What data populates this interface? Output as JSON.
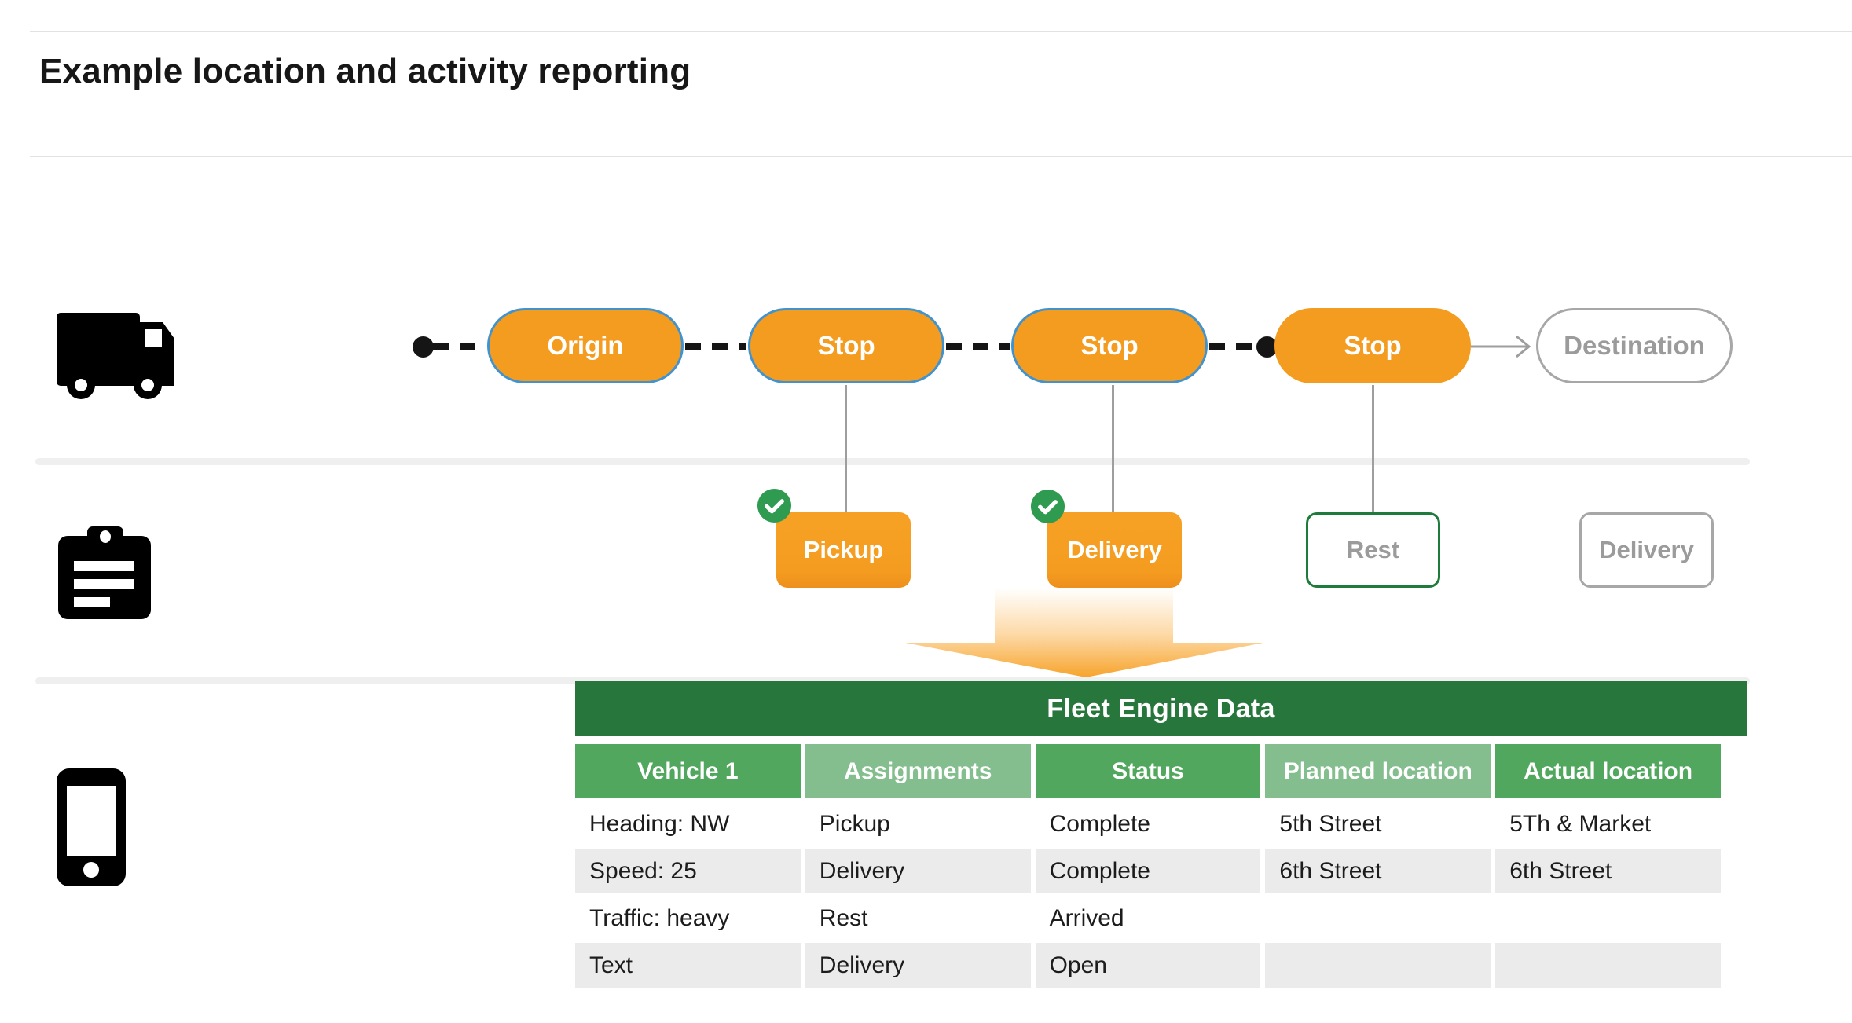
{
  "page": {
    "title": "Example location and activity reporting"
  },
  "route": {
    "vehicle_icon": "truck-icon",
    "nodes": [
      {
        "label": "Origin",
        "state": "visited"
      },
      {
        "label": "Stop",
        "state": "visited"
      },
      {
        "label": "Stop",
        "state": "visited"
      },
      {
        "label": "Stop",
        "state": "current"
      },
      {
        "label": "Destination",
        "state": "upcoming"
      }
    ],
    "markers": [
      "start-dot",
      "current-position-dot"
    ]
  },
  "activities": {
    "icon": "clipboard-icon",
    "items": [
      {
        "label": "Pickup",
        "state": "complete",
        "badge": "check-circle-icon"
      },
      {
        "label": "Delivery",
        "state": "complete",
        "badge": "check-circle-icon"
      },
      {
        "label": "Rest",
        "state": "arrived",
        "badge": ""
      },
      {
        "label": "Delivery",
        "state": "open",
        "badge": ""
      }
    ]
  },
  "table": {
    "icon": "phone-icon",
    "title": "Fleet Engine Data",
    "columns": [
      "Vehicle 1",
      "Assignments",
      "Status",
      "Planned location",
      "Actual location"
    ],
    "rows": [
      [
        "Heading: NW",
        "Pickup",
        "Complete",
        "5th Street",
        "5Th & Market"
      ],
      [
        "Speed: 25",
        "Delivery",
        "Complete",
        "6th Street",
        "6th Street"
      ],
      [
        "Traffic: heavy",
        "Rest",
        "Arrived",
        "",
        ""
      ],
      [
        "Text",
        "Delivery",
        "Open",
        "",
        ""
      ]
    ]
  },
  "colors": {
    "orange": "#f49c20",
    "pill_border_blue": "#4193cf",
    "check_green": "#2e9b51",
    "rest_border_green": "#1e7b3c",
    "table_header_dark_green": "#27763b",
    "table_header_mid_green": "#52a75f",
    "table_header_light_green": "#84be8e",
    "row_stripe_gray": "#ebebeb",
    "muted_text_gray": "#9b9b9b"
  }
}
